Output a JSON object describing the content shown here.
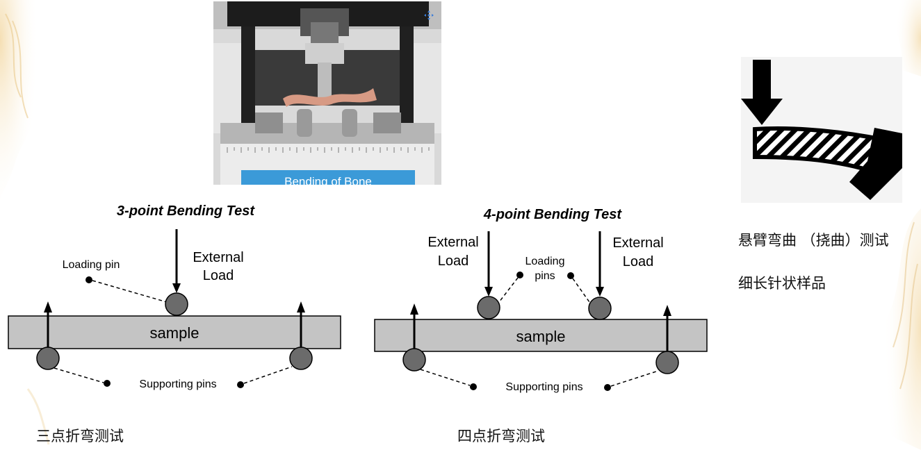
{
  "photo": {
    "caption": "Bending of Bone",
    "icon": "move-icon"
  },
  "three_point": {
    "title": "3-point Bending Test",
    "external_load_line1": "External",
    "external_load_line2": "Load",
    "loading_pin_label": "Loading pin",
    "sample_label": "sample",
    "supporting_pins_label": "Supporting pins",
    "caption": "三点折弯测试"
  },
  "four_point": {
    "title": "4-point Bending Test",
    "external_load_left_line1": "External",
    "external_load_left_line2": "Load",
    "external_load_right_line1": "External",
    "external_load_right_line2": "Load",
    "loading_pins_line1": "Loading",
    "loading_pins_line2": "pins",
    "sample_label": "sample",
    "supporting_pins_label": "Supporting pins",
    "caption": "四点折弯测试"
  },
  "cantilever": {
    "caption_line1": "悬臂弯曲 （挠曲）测试",
    "caption_line2": "细长针状样品"
  }
}
